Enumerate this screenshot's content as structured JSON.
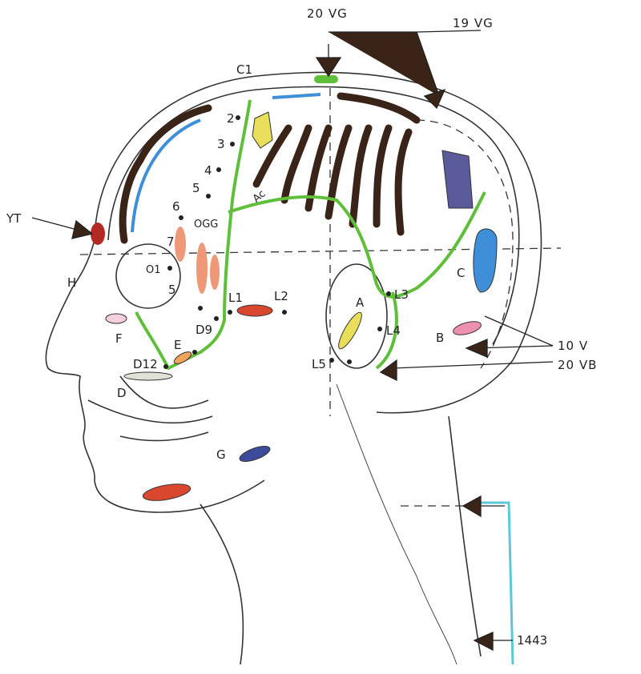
{
  "labels": {
    "vg20": "20 VG",
    "vg19": "19 VG",
    "c1": "C1",
    "yt": "YT",
    "h": "H",
    "n2": "2",
    "n3": "3",
    "n4": "4",
    "n5": "5",
    "n6": "6",
    "n7": "7",
    "ogg": "OGG",
    "o1": "O1",
    "n5b": "5",
    "ac": "Ac",
    "l1": "L1",
    "l2": "L2",
    "l3": "L3",
    "l4": "L4",
    "l5": "L5",
    "a": "A",
    "b": "B",
    "c": "C",
    "d": "D",
    "d9": "D9",
    "d12": "D12",
    "e": "E",
    "f": "F",
    "g": "G",
    "v10": "10 V",
    "vb20": "20 VB",
    "n1443": "1443"
  },
  "colors": {
    "meridian": "#5fbf3a",
    "red": "#d9472f",
    "blue": "#3f8fd8",
    "yellow": "#e8de5a",
    "pink": "#ee8fb0",
    "purple": "#5b5a9a",
    "orange": "#f2a45a",
    "cyan": "#5cc7d8",
    "salmon": "#ef9878"
  }
}
